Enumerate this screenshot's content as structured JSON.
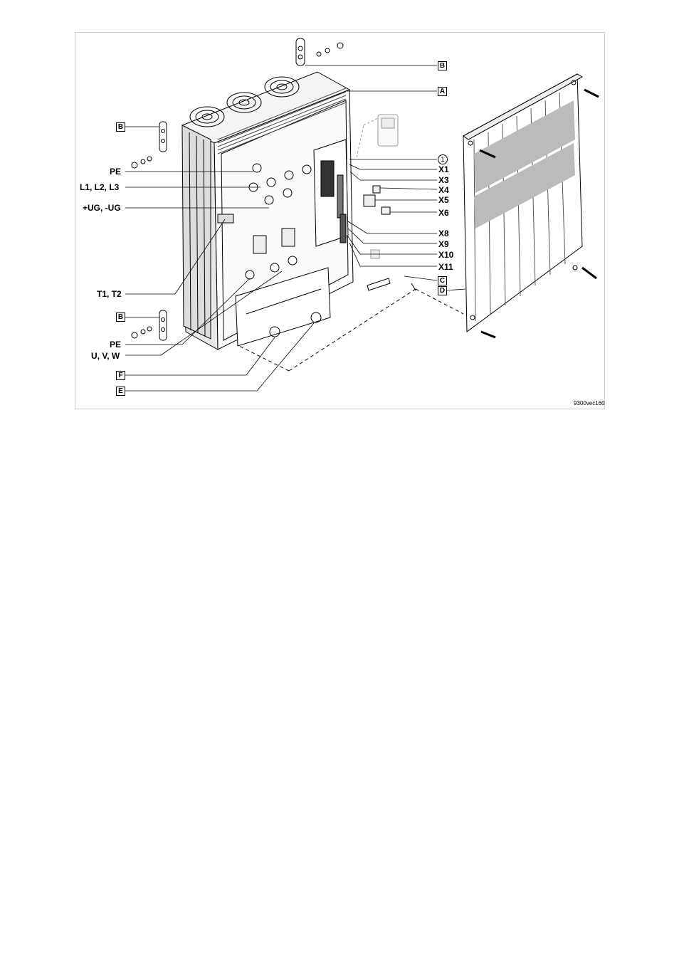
{
  "figure": {
    "code": "9300vec160",
    "left_labels": {
      "pe_top": "PE",
      "l123": "L1, L2, L3",
      "ug": "+UG, -UG",
      "t12": "T1, T2",
      "pe_bottom": "PE",
      "uvw": "U, V, W"
    },
    "boxed_labels": {
      "b": "B",
      "a": "A",
      "c": "C",
      "d": "D",
      "e": "E",
      "f": "F"
    },
    "circle_label": "1",
    "right_labels": {
      "x1": "X1",
      "x3": "X3",
      "x4": "X4",
      "x5": "X5",
      "x6": "X6",
      "x8": "X8",
      "x9": "X9",
      "x10": "X10",
      "x11": "X11"
    }
  }
}
